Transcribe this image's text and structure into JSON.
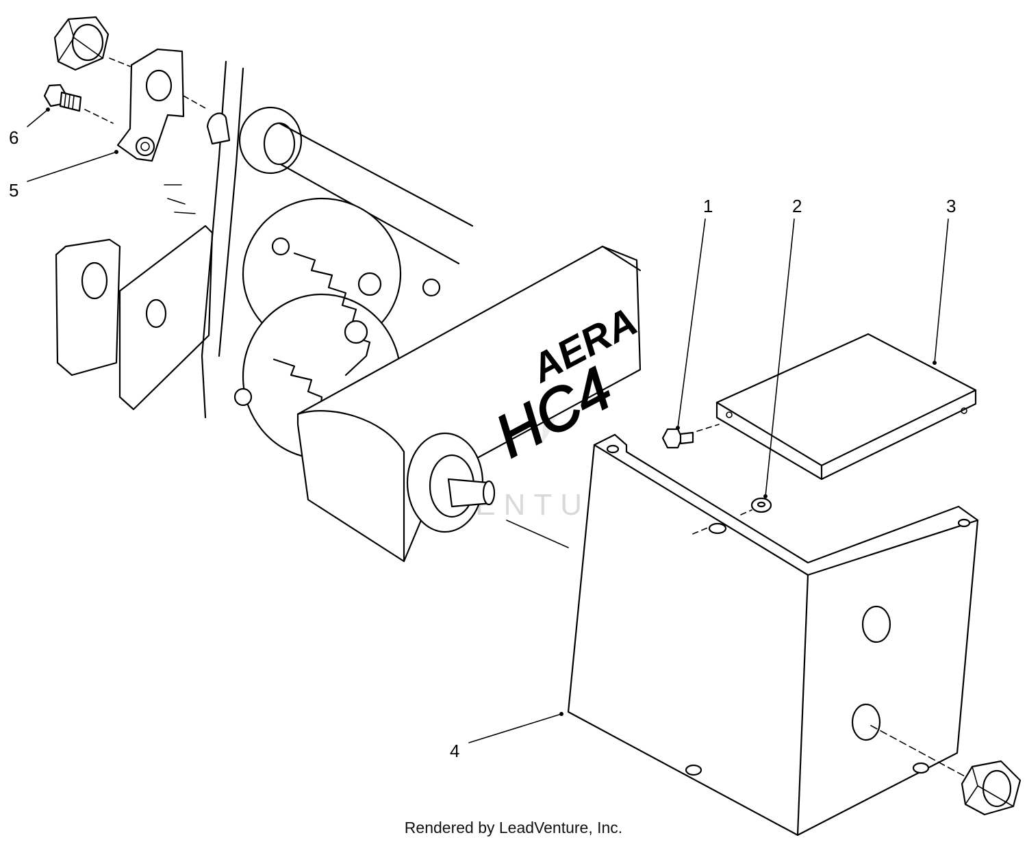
{
  "diagram": {
    "callouts": [
      {
        "id": "1",
        "label": "1"
      },
      {
        "id": "2",
        "label": "2"
      },
      {
        "id": "3",
        "label": "3"
      },
      {
        "id": "4",
        "label": "4"
      },
      {
        "id": "5",
        "label": "5"
      },
      {
        "id": "6",
        "label": "6"
      }
    ],
    "machine_logo": {
      "brand": "AERA",
      "model": "HC4"
    },
    "watermark": "LEADVENTURE"
  },
  "footer": {
    "credit": "Rendered by LeadVenture, Inc."
  }
}
